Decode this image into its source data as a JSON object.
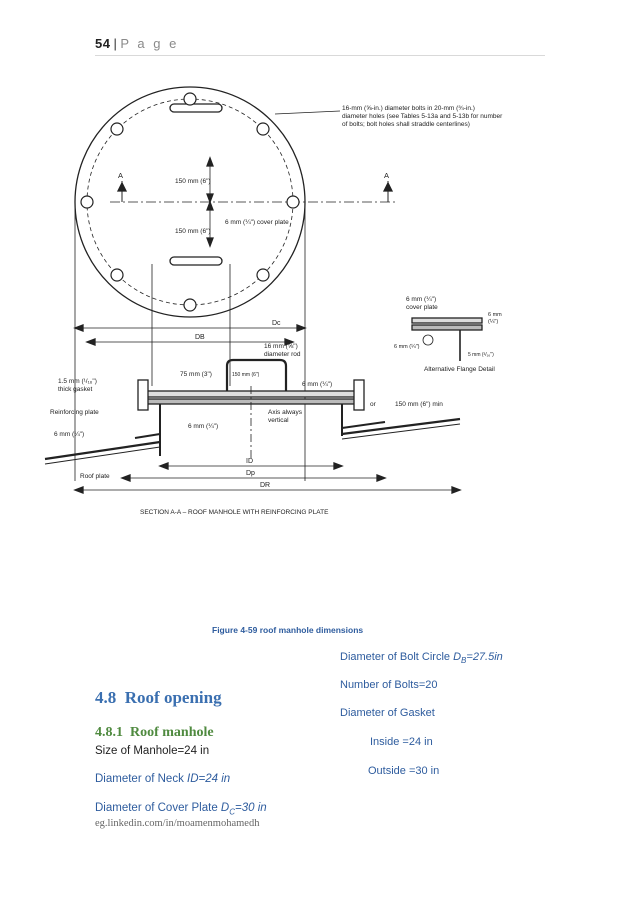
{
  "header": {
    "page_number": "54",
    "separator": "|",
    "page_label": "P a g e"
  },
  "drawing": {
    "bolt_note_1": "16-mm (⅝-in.) diameter bolts in 20-mm (¾-in.)",
    "bolt_note_2": "diameter holes (see Tables 5-13a and 5-13b for number",
    "bolt_note_3": "of bolts; bolt holes shall straddle centerlines)",
    "dim_150_a": "150 mm (6\")",
    "dim_150_b": "150 mm (6\")",
    "cover_plate": "6 mm (¼\") cover plate",
    "label_a_left": "A",
    "label_a_right": "A",
    "dc": "Dc",
    "db": "DB",
    "rod_1": "16 mm (⅝\")",
    "rod_2": "diameter rod",
    "dim_75": "75 mm (3\")",
    "dim_150_rod": "150 mm (6\")",
    "six_mm_weld": "6 mm (¼\")",
    "gasket_1": "1.5 mm (¹/₁₆\")",
    "gasket_2": "thick gasket",
    "reinforcing": "Reinforcing plate",
    "six_mm_left": "6 mm (¼\")",
    "six_mm_neck": "6 mm (¼\")",
    "axis_1": "Axis always",
    "axis_2": "vertical",
    "or_label": "or",
    "dim_150_min": "150 mm (6\") min",
    "roof_plate": "Roof plate",
    "id_label": "ID",
    "dp": "Dp",
    "dr": "DR",
    "alt_cover_1": "6 mm (¼\")",
    "alt_cover_2": "cover plate",
    "alt_6mm": "6 mm",
    "alt_6mm_b": "(¼\")",
    "alt_6mm_left": "6 mm (¼\")",
    "alt_5mm": "5 mm (³/₁₆\")",
    "alt_title": "Alternative Flange Detail",
    "section_title": "SECTION A-A – ROOF MANHOLE WITH REINFORCING PLATE"
  },
  "figure_caption": "Figure 4-59 roof manhole dimensions",
  "section": {
    "number": "4.8",
    "title": "Roof opening"
  },
  "subsection": {
    "number": "4.8.1",
    "title": "Roof manhole"
  },
  "left_items": {
    "size": "Size of Manhole=24 in",
    "neck_prefix": "Diameter of Neck ",
    "neck_value": "ID=24 in",
    "cover_prefix": "Diameter of Cover Plate ",
    "cover_sym": "D",
    "cover_sub": "C",
    "cover_value": "=30 in"
  },
  "right_items": {
    "bolt_circle_prefix": "Diameter of Bolt Circle ",
    "bolt_circle_sym": "D",
    "bolt_circle_sub": "B",
    "bolt_circle_value": "=27.5in",
    "bolts": "Number of Bolts=20",
    "gasket": "Diameter of Gasket",
    "inside": "Inside =24 in",
    "outside": "Outside =30 in"
  },
  "footer": "eg.linkedin.com/in/moamenmohamedh"
}
